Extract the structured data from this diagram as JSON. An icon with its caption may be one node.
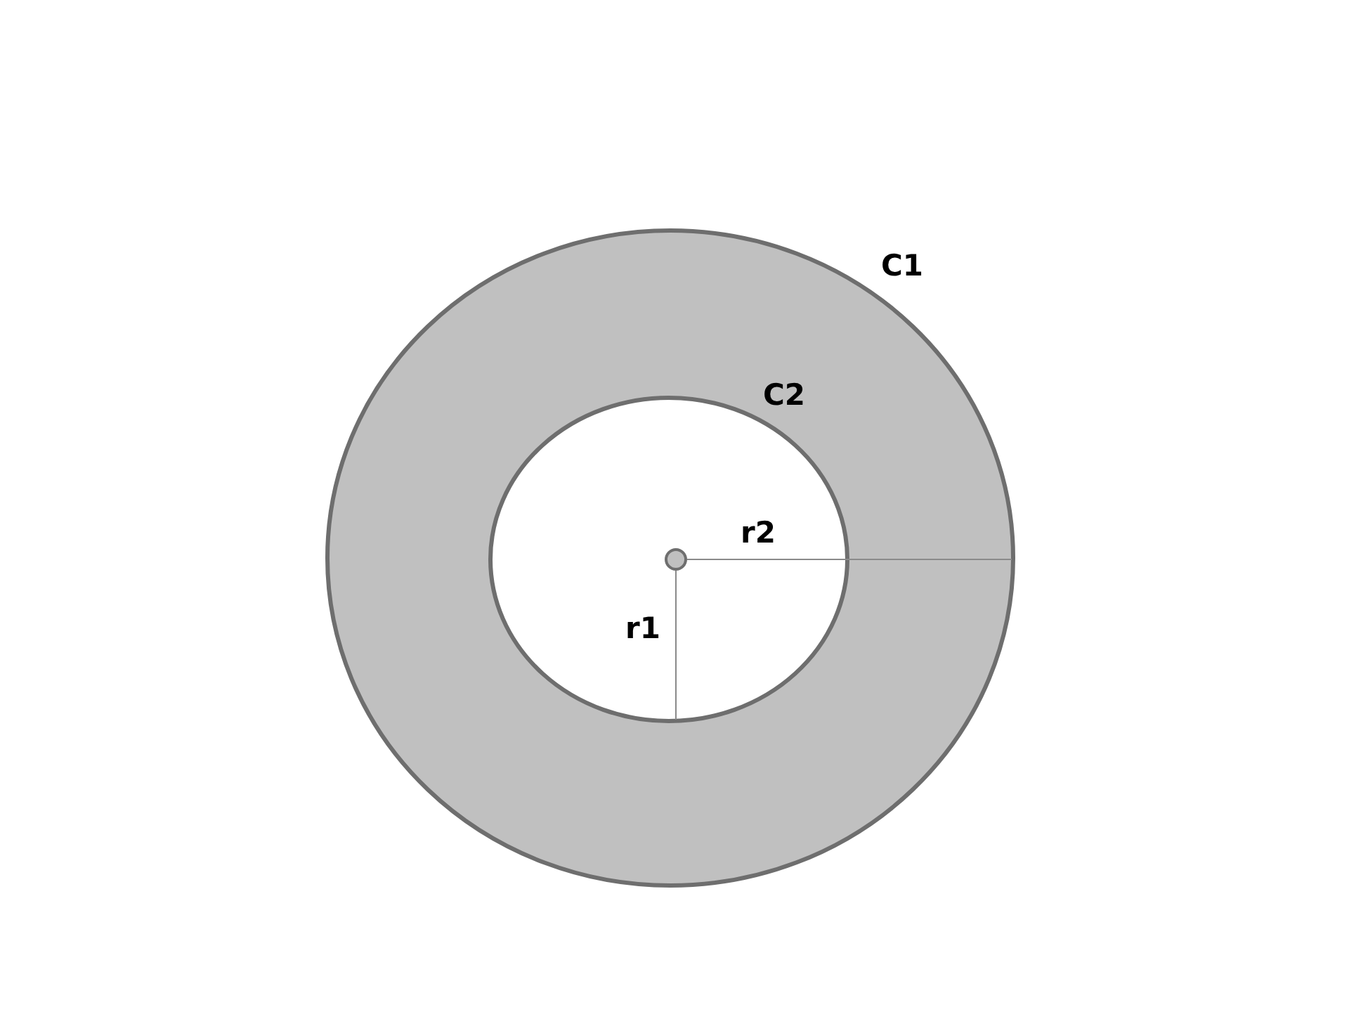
{
  "diagram": {
    "labels": [
      "C1",
      "C2",
      "r2",
      "r1"
    ]
  }
}
